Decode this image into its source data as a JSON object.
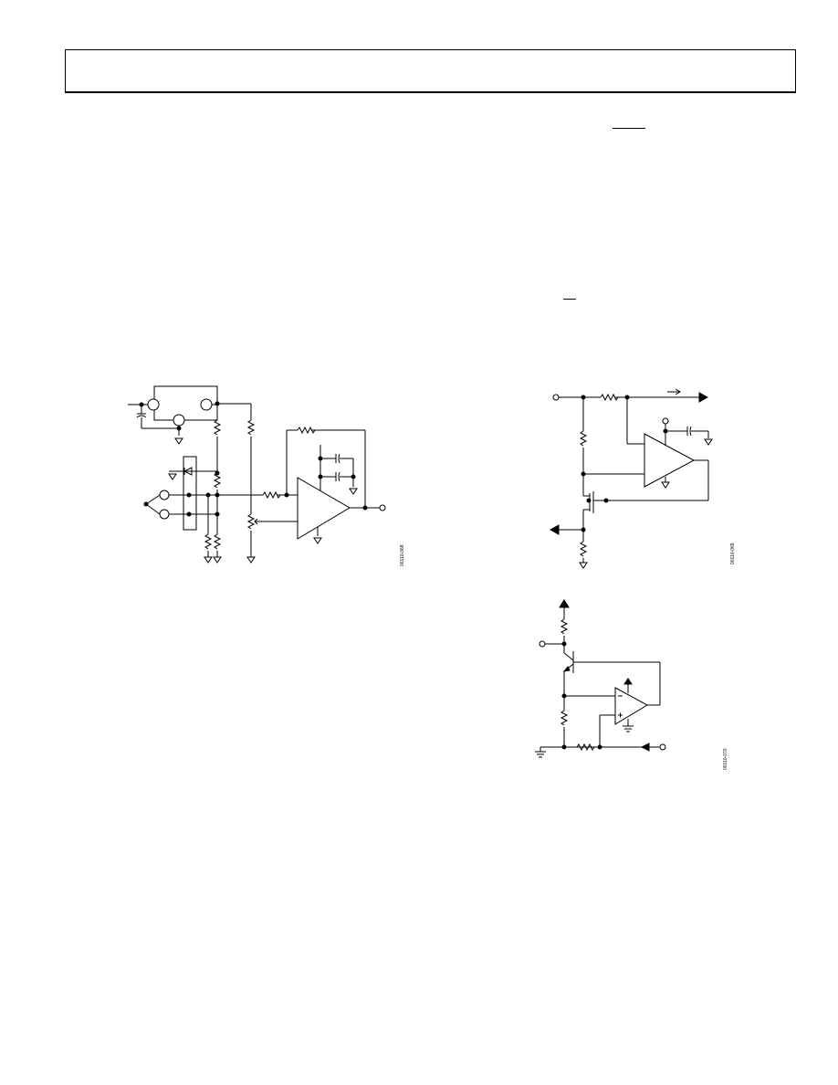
{
  "page": {
    "header": {
      "title": ""
    },
    "figures": [
      {
        "id": "figure-thermocouple",
        "code": "00110-068"
      },
      {
        "id": "figure-current-source",
        "code": "00110-069"
      },
      {
        "id": "figure-current-sink",
        "code": "00110-070"
      }
    ]
  }
}
